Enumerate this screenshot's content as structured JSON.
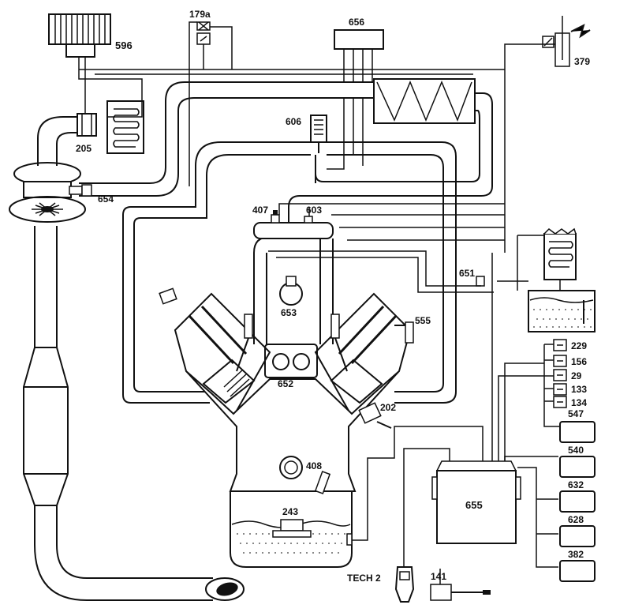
{
  "labels": {
    "air_filter": "596",
    "idle_valve_179a": "179a",
    "module_656": "656",
    "pedal_379": "379",
    "throttle_606": "606",
    "maf_205": "205",
    "sensor_654": "654",
    "sensor_407": "407",
    "sensor_603": "603",
    "sensor_651": "651",
    "sensor_653": "653",
    "sensor_555": "555",
    "block_652": "652",
    "sensor_202": "202",
    "sensor_408": "408",
    "sensor_243": "243",
    "ecu_655": "655",
    "tech2": "TECH 2",
    "sensor_141": "141",
    "relay_229": "229",
    "relay_156": "156",
    "relay_29": "29",
    "relay_133": "133",
    "relay_134": "134",
    "module_547": "547",
    "module_540": "540",
    "module_632": "632",
    "module_628": "628",
    "module_382": "382"
  }
}
